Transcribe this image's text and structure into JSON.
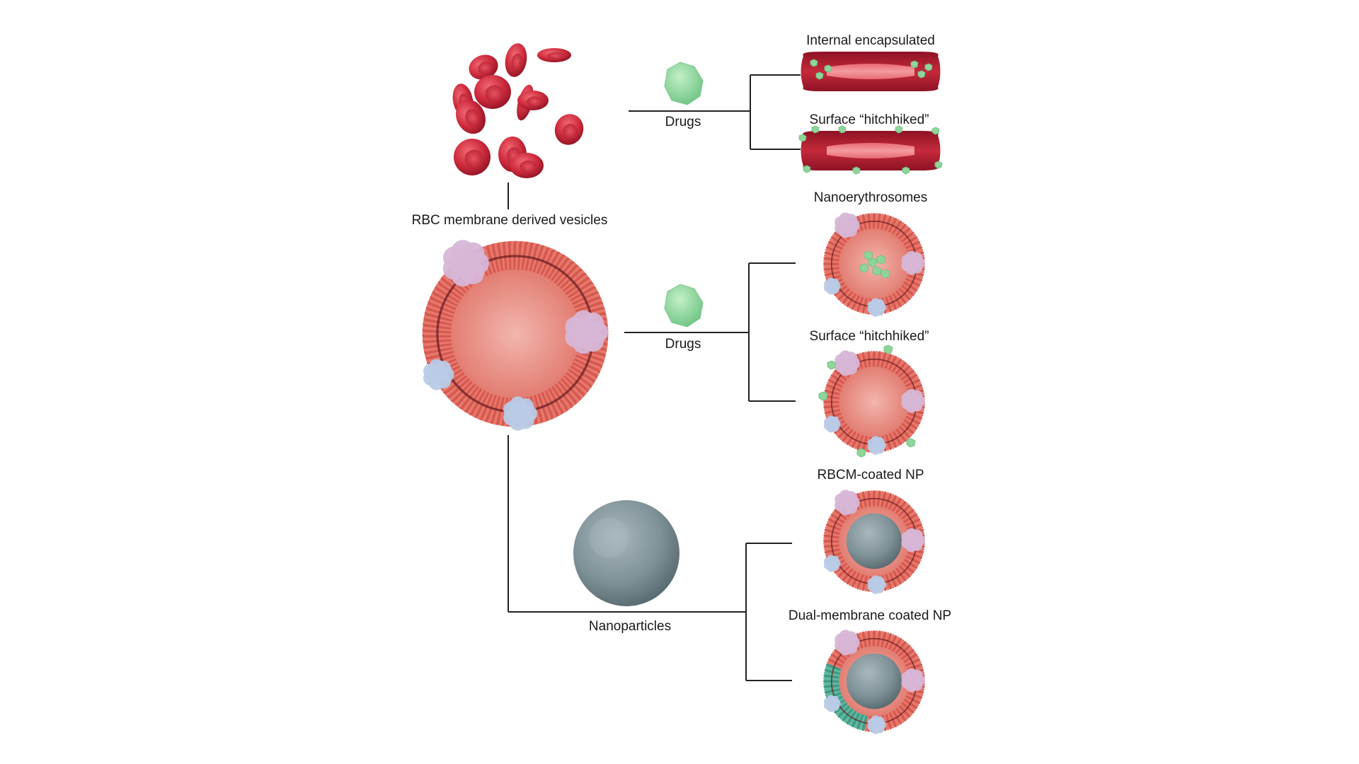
{
  "labels": {
    "rbc_vesicles": "RBC membrane derived vesicles",
    "drugs_top": "Drugs",
    "drugs_mid": "Drugs",
    "nanoparticles": "Nanoparticles",
    "internal_encapsulated": "Internal encapsulated",
    "surface_hitchhiked_rbc": "Surface “hitchhiked”",
    "nanoerythrosomes": "Nanoerythrosomes",
    "surface_hitchhiked_vesicle": "Surface “hitchhiked”",
    "rbcm_coated_np": "RBCM-coated NP",
    "dual_membrane_coated_np": "Dual-membrane coated NP"
  },
  "colors": {
    "rbc_red": "#c8283a",
    "membrane_pink": "#e8776c",
    "drug_green": "#8fd49a",
    "protein_lilac": "#d7b6d6",
    "protein_blue": "#b9cbe6",
    "nanoparticle_gray": "#7f9298",
    "second_membrane_teal": "#5fb8a0",
    "line": "#222222"
  }
}
